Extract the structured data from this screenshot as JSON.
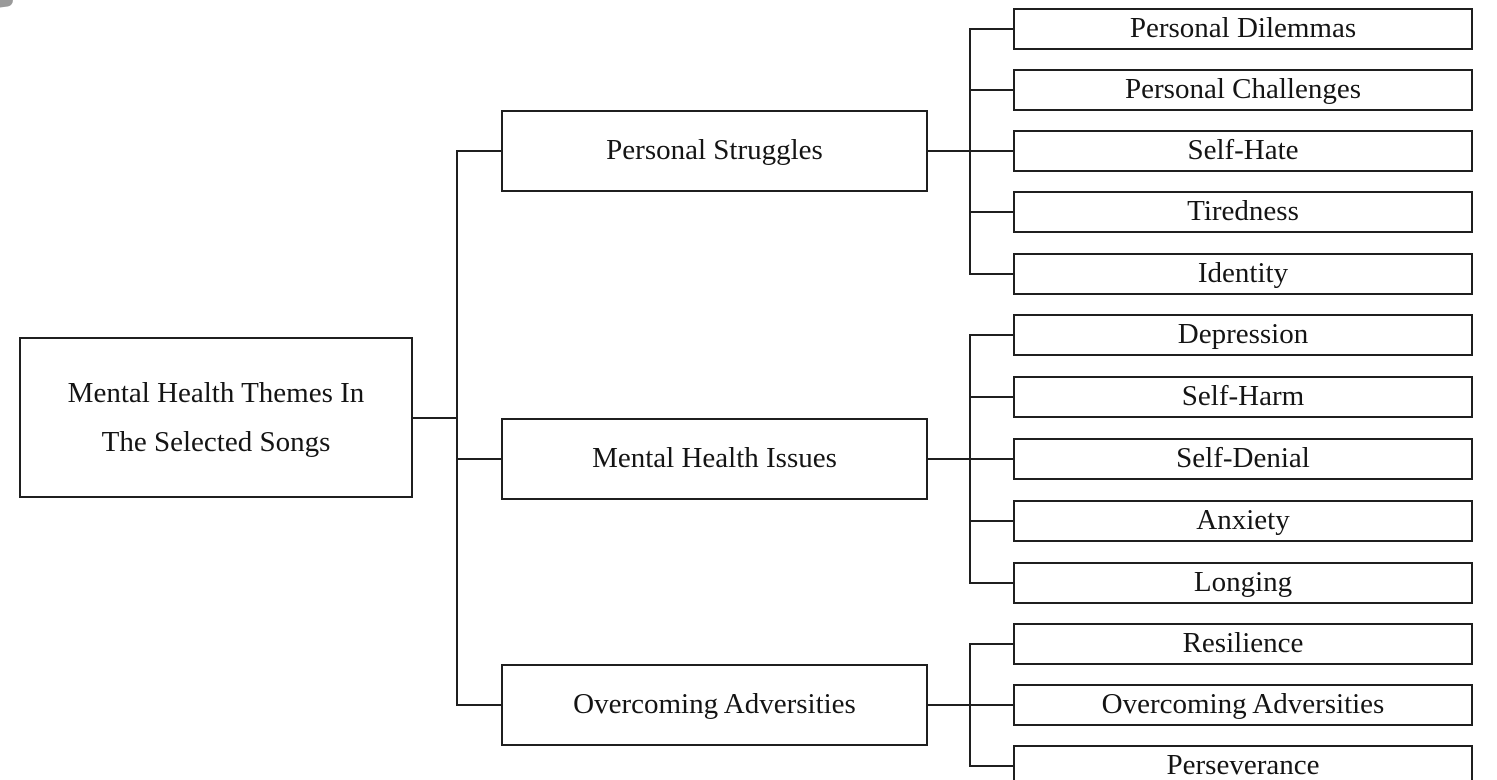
{
  "diagram": {
    "root": {
      "label": "Mental Health Themes In\nThe Selected Songs"
    },
    "branches": [
      {
        "label": "Personal Struggles",
        "children": [
          {
            "label": "Personal Dilemmas"
          },
          {
            "label": "Personal Challenges"
          },
          {
            "label": "Self-Hate"
          },
          {
            "label": "Tiredness"
          },
          {
            "label": "Identity"
          }
        ]
      },
      {
        "label": "Mental Health Issues",
        "children": [
          {
            "label": "Depression"
          },
          {
            "label": "Self-Harm"
          },
          {
            "label": "Self-Denial"
          },
          {
            "label": "Anxiety"
          },
          {
            "label": "Longing"
          }
        ]
      },
      {
        "label": "Overcoming Adversities",
        "children": [
          {
            "label": "Resilience"
          },
          {
            "label": "Overcoming Adversities"
          },
          {
            "label": "Perseverance"
          }
        ]
      }
    ]
  },
  "colors": {
    "line": "#1f1f1f",
    "text": "#141414",
    "background": "#ffffff"
  }
}
